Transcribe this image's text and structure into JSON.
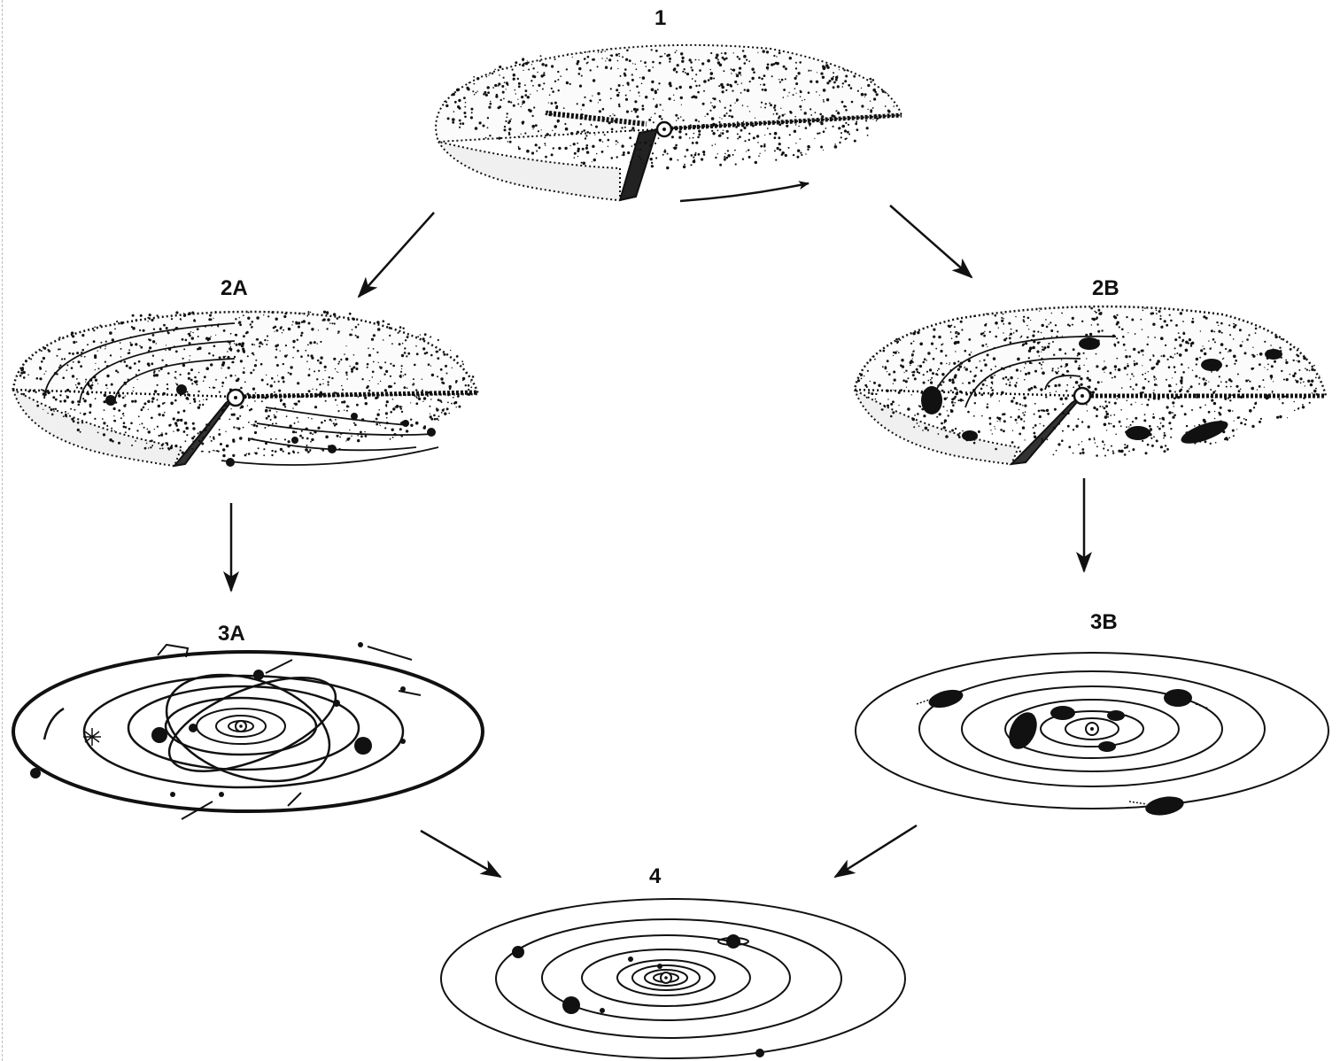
{
  "figure": {
    "ink_color": "#111111",
    "background": "#ffffff",
    "stages": [
      {
        "id": "1",
        "label": "1"
      },
      {
        "id": "2A",
        "label": "2A"
      },
      {
        "id": "2B",
        "label": "2B"
      },
      {
        "id": "3A",
        "label": "3A"
      },
      {
        "id": "3B",
        "label": "3B"
      },
      {
        "id": "4",
        "label": "4"
      }
    ],
    "transitions": [
      {
        "from": "1",
        "to": "2A"
      },
      {
        "from": "1",
        "to": "2B"
      },
      {
        "from": "2A",
        "to": "3A"
      },
      {
        "from": "2B",
        "to": "3B"
      },
      {
        "from": "3A",
        "to": "4"
      },
      {
        "from": "3B",
        "to": "4"
      }
    ],
    "rotation_arrow_stage": "1",
    "sun_icon": "sun-symbol-icon"
  }
}
